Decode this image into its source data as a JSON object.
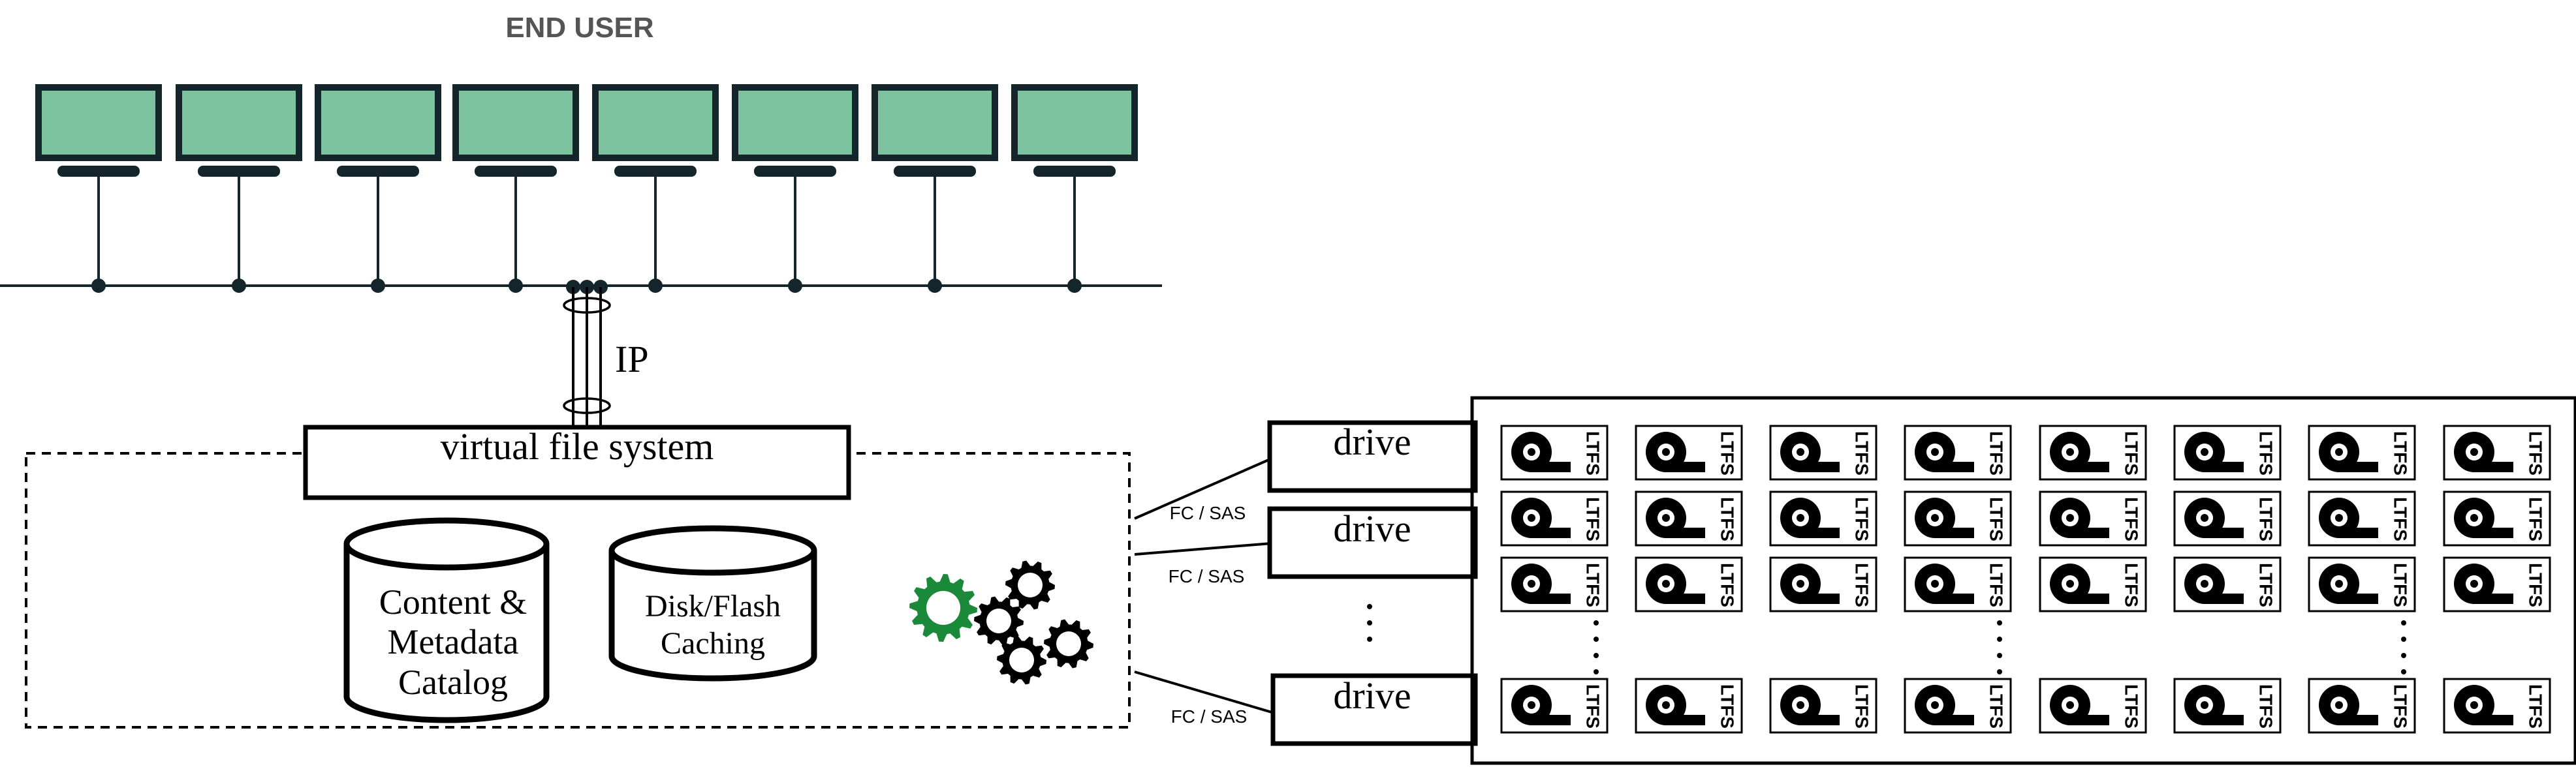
{
  "header": {
    "title": "END USER"
  },
  "network": {
    "protocol_label": "IP",
    "client_count": 8
  },
  "server": {
    "vfs_label": "virtual file system",
    "catalog_lines": [
      "Content &",
      "Metadata",
      "Catalog"
    ],
    "cache_lines": [
      "Disk/Flash",
      "Caching"
    ]
  },
  "drives": {
    "labels": [
      "drive",
      "drive",
      "drive"
    ],
    "links": [
      "FC / SAS",
      "FC / SAS",
      "FC / SAS"
    ]
  },
  "library": {
    "tape_label": "LTFS",
    "columns": 8,
    "rows": 4
  },
  "colors": {
    "stroke": "#000000",
    "monitor_frame": "#14262b",
    "monitor_screen": "#7dc39f",
    "gear_accent": "#1a8a3a",
    "title_text": "#555555"
  }
}
